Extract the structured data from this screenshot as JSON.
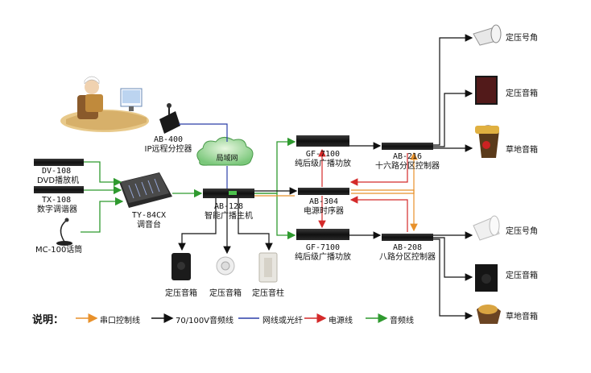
{
  "devices": {
    "ab400": {
      "model": "AB-400",
      "name": "IP远程分控器"
    },
    "dv108": {
      "model": "DV-108",
      "name": "DVD播放机"
    },
    "tx108": {
      "model": "TX-108",
      "name": "数字调谐器"
    },
    "mc100": {
      "name": "MC-100话筒"
    },
    "ty84cx": {
      "model": "TY-84CX",
      "name": "调音台"
    },
    "network": {
      "name": "局域网"
    },
    "ab128": {
      "model": "AB-128",
      "name": "智能广播主机"
    },
    "gf7100_top": {
      "model": "GF-7100",
      "name": "纯后级广播功放"
    },
    "ab304": {
      "model": "AB-304",
      "name": "电源时序器"
    },
    "gf7100_bottom": {
      "model": "GF-7100",
      "name": "纯后级广播功放"
    },
    "ab216": {
      "model": "AB-216",
      "name": "十六路分区控制器"
    },
    "ab208": {
      "model": "AB-208",
      "name": "八路分区控制器"
    }
  },
  "local_speakers": [
    {
      "name": "定压音箱"
    },
    {
      "name": "定压音箱"
    },
    {
      "name": "定压音柱"
    }
  ],
  "zone_speakers": [
    {
      "name": "定压号角"
    },
    {
      "name": "定压音箱"
    },
    {
      "name": "草地音箱"
    },
    {
      "name": "定压号角"
    },
    {
      "name": "定压音箱"
    },
    {
      "name": "草地音箱"
    }
  ],
  "legend": {
    "title": "说明：",
    "items": [
      {
        "label": "串口控制线",
        "color": "#e8912b"
      },
      {
        "label": "70/100V音频线",
        "color": "#111111"
      },
      {
        "label": "网线或光纤",
        "color": "#2b3fa8"
      },
      {
        "label": "电源线",
        "color": "#d42a2a"
      },
      {
        "label": "音频线",
        "color": "#2f9a2f"
      }
    ]
  }
}
